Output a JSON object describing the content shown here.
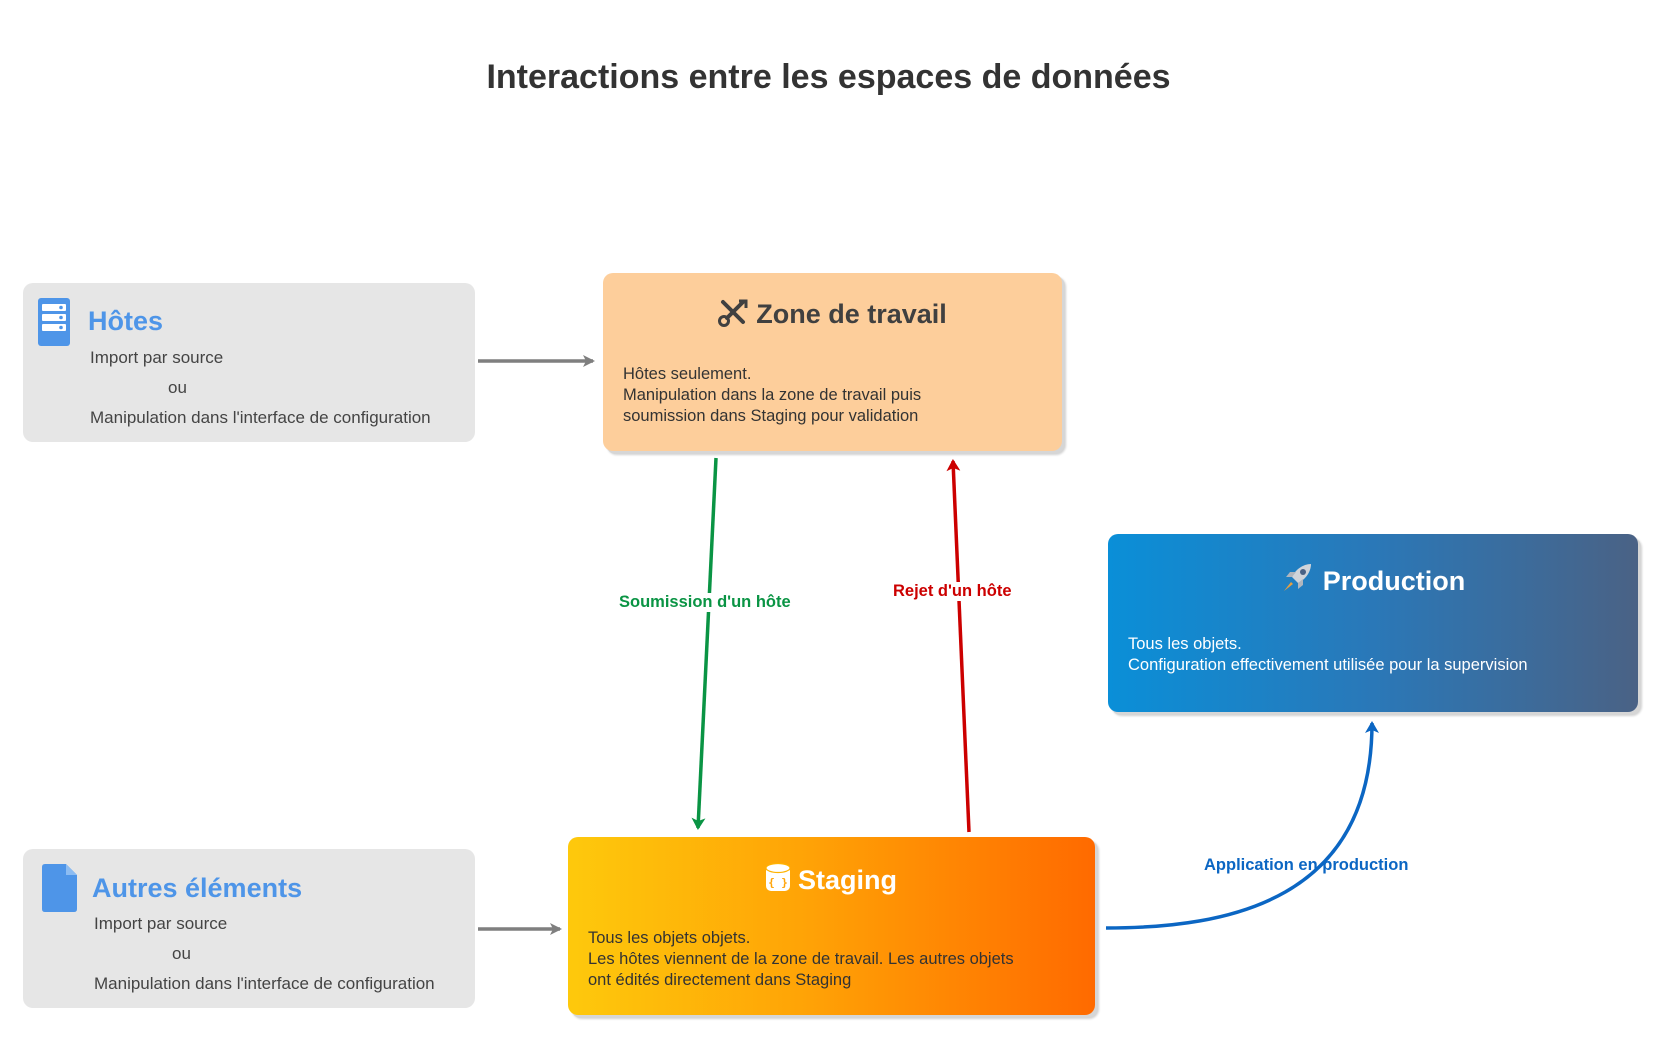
{
  "title": "Interactions entre les espaces de données",
  "hotes": {
    "title": "Hôtes",
    "icon": "server-icon",
    "line1": "Import par source",
    "line2": "ou",
    "line3": "Manipulation dans l'interface de configuration"
  },
  "autres": {
    "title": "Autres éléments",
    "icon": "document-icon",
    "line1": "Import par source",
    "line2": "ou",
    "line3": "Manipulation dans l'interface de configuration"
  },
  "zone": {
    "title": "Zone de travail",
    "icon": "tools-icon",
    "lines": [
      "Hôtes seulement.",
      "Manipulation dans la zone de travail puis",
      "soumission dans Staging pour validation"
    ]
  },
  "staging": {
    "title": "Staging",
    "icon": "database-icon",
    "lines": [
      "Tous les objets objets.",
      "Les hôtes viennent de la zone de travail. Les autres objets",
      "ont édités directement dans Staging"
    ]
  },
  "production": {
    "title": "Production",
    "icon": "rocket-icon",
    "lines": [
      "Tous les objets.",
      "Configuration effectivement utilisée pour la supervision"
    ]
  },
  "edges": {
    "soumission": "Soumission d'un hôte",
    "rejet": "Rejet d'un hôte",
    "application": "Application en production"
  },
  "colors": {
    "grey_arrow": "#7f7f7f",
    "green": "#0a9444",
    "red": "#cc0000",
    "blue": "#0b66c3",
    "zone_fill": "#fdce9b",
    "grey_box": "#e6e6e6",
    "grey_title": "#4e95e8"
  }
}
